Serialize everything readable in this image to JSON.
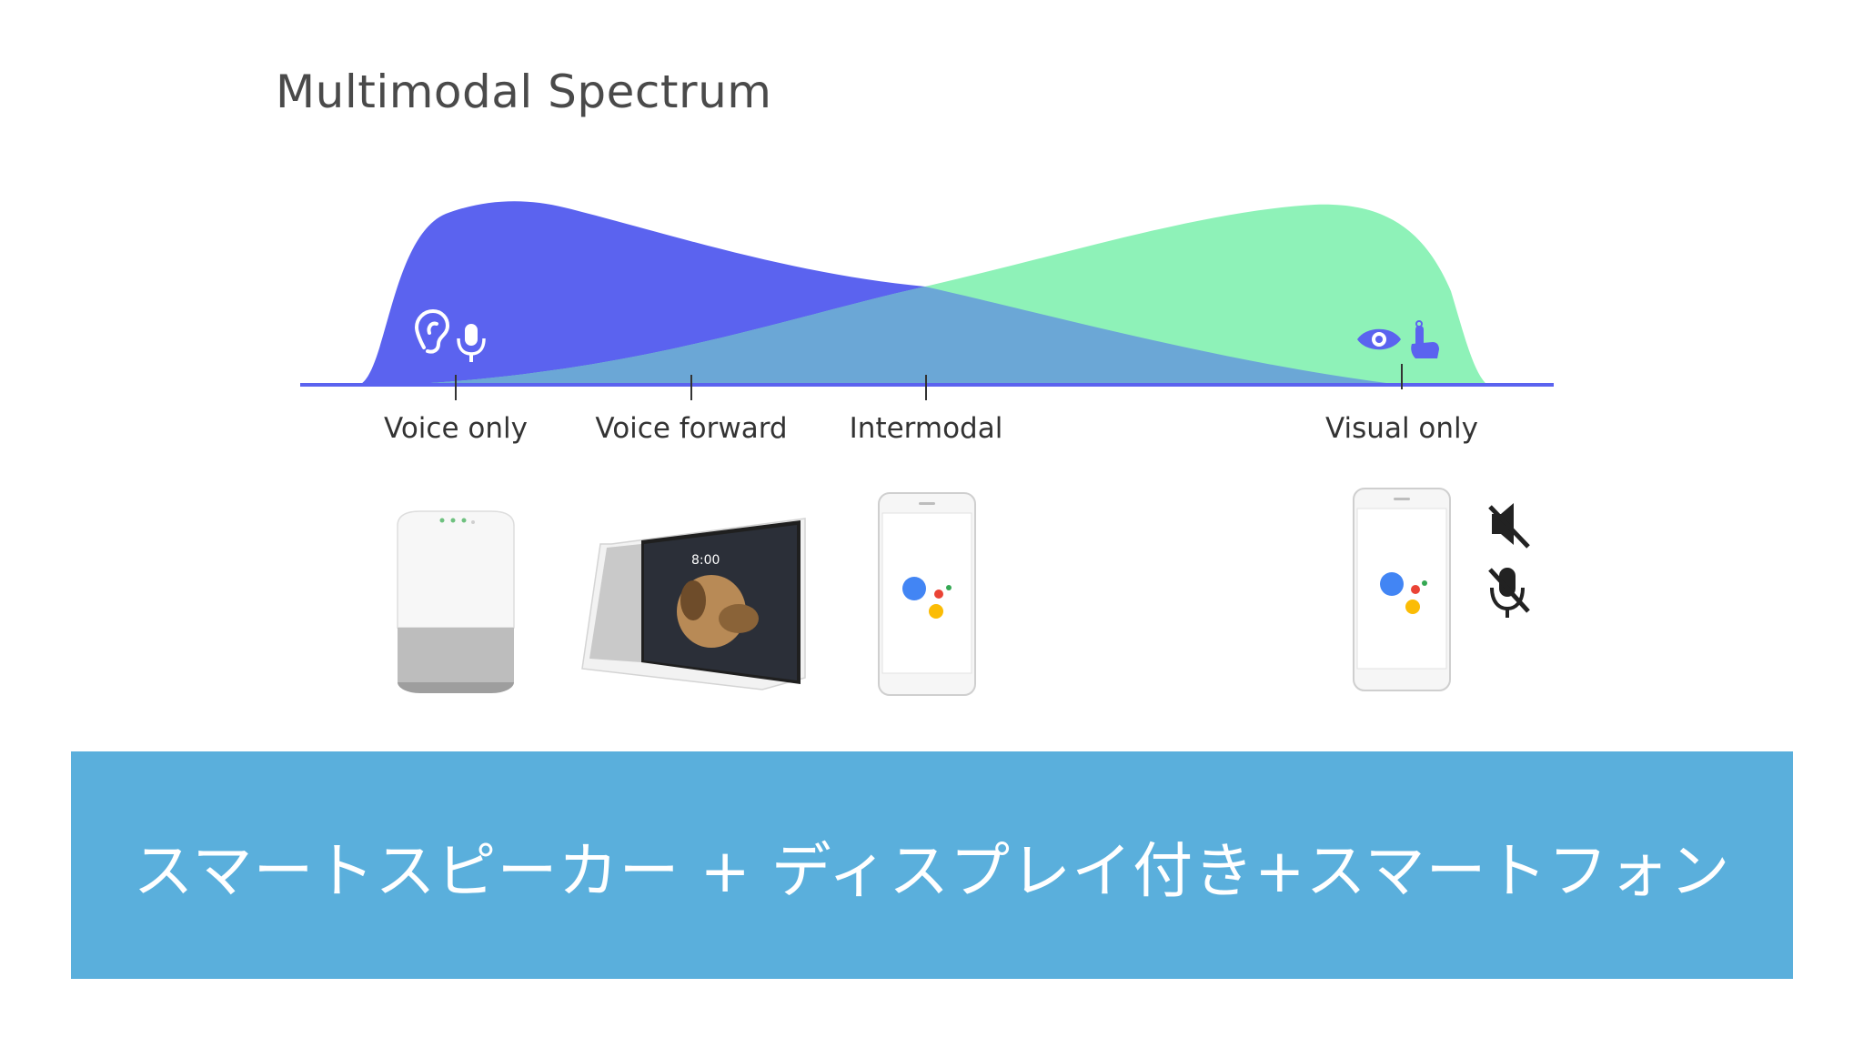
{
  "slide": {
    "title": "Multimodal Spectrum",
    "stages": [
      {
        "label": "Voice only"
      },
      {
        "label": "Voice forward"
      },
      {
        "label": "Intermodal"
      },
      {
        "label": "Visual only"
      }
    ],
    "icons": {
      "voice": [
        "ear-icon",
        "microphone-icon"
      ],
      "visual": [
        "eye-icon",
        "touch-icon"
      ],
      "muted": [
        "speaker-muted-icon",
        "microphone-muted-icon"
      ]
    },
    "devices": [
      "smart-speaker",
      "smart-display",
      "smartphone",
      "smartphone-visual-only"
    ],
    "clock": "8:00"
  },
  "colors": {
    "voice_curve": "#5b63ef",
    "visual_curve": "#8ef2b8",
    "overlap": "#6ba7d6",
    "baseline": "#5b63ef",
    "banner": "#5aafdc"
  },
  "banner": {
    "text": "スマートスピーカー + ディスプレイ付き+スマートフォン"
  }
}
